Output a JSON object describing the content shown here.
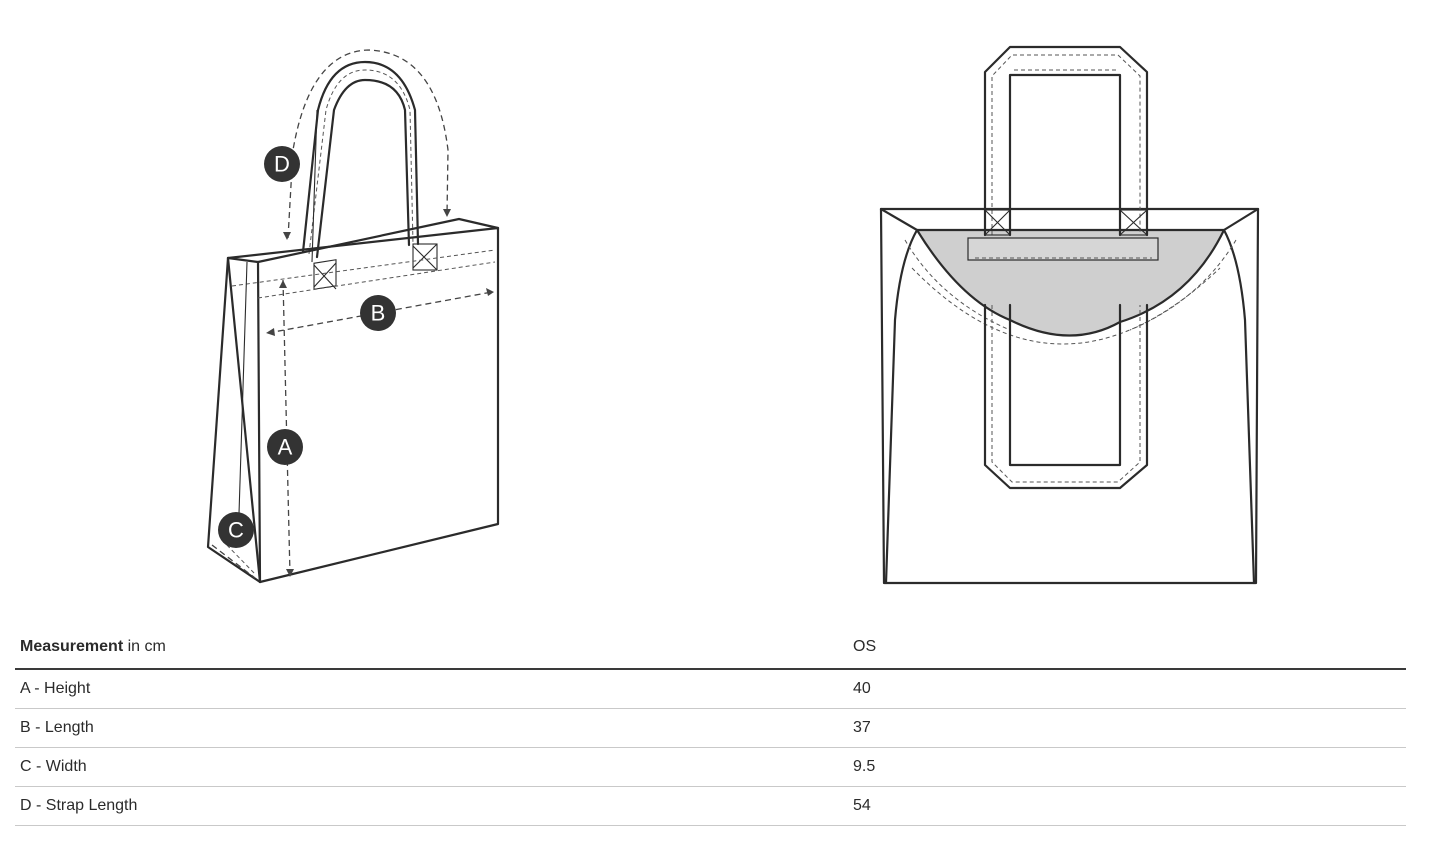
{
  "diagrams": {
    "front_markers": [
      "A",
      "B",
      "C",
      "D"
    ]
  },
  "table": {
    "header": {
      "measurement_label": "Measurement",
      "unit_label": " in cm",
      "size_column": "OS"
    },
    "rows": [
      {
        "label": "A - Height",
        "value": "40"
      },
      {
        "label": "B - Length",
        "value": "37"
      },
      {
        "label": "C - Width",
        "value": "9.5"
      },
      {
        "label": "D - Strap Length",
        "value": "54"
      }
    ]
  }
}
